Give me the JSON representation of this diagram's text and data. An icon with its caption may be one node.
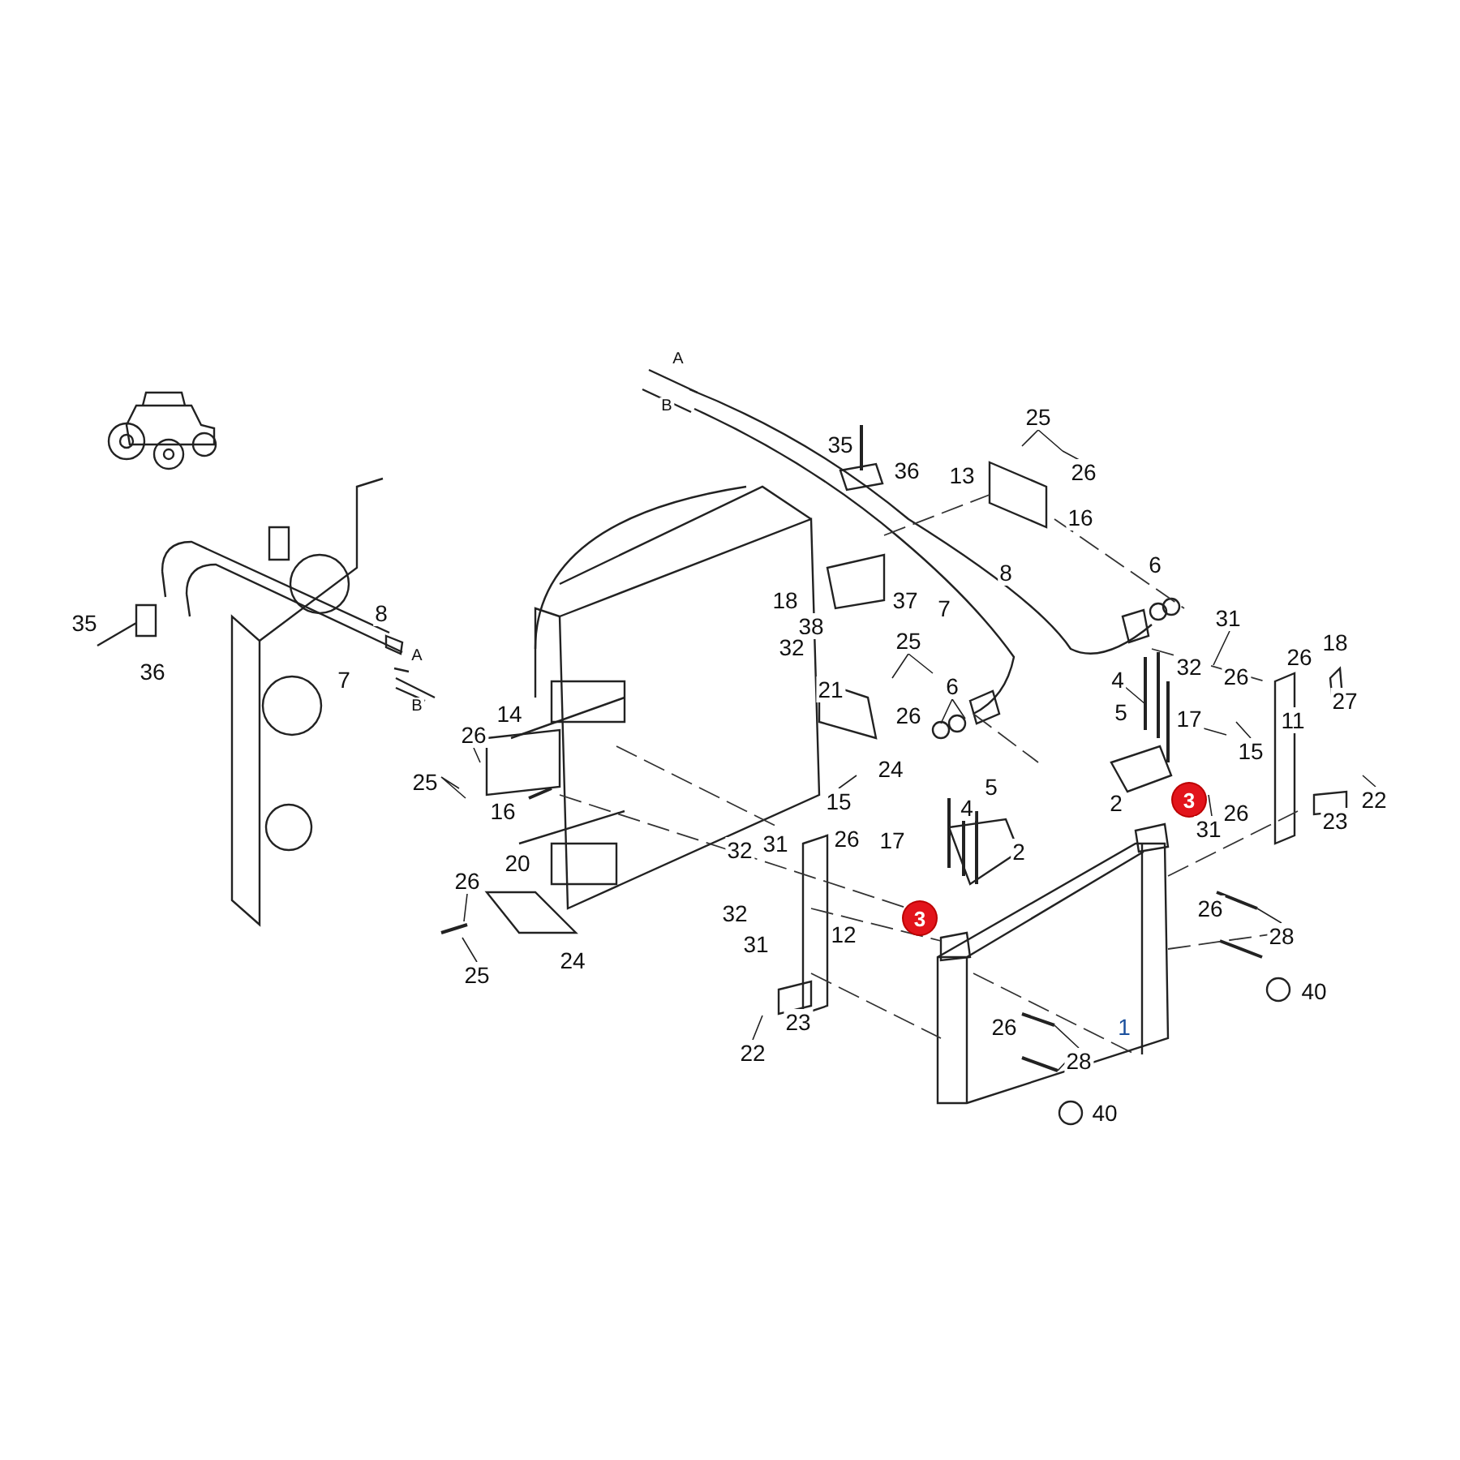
{
  "diagram": {
    "labels": [
      "35",
      "36",
      "8",
      "7",
      "A",
      "B",
      "A",
      "B",
      "35",
      "36",
      "25",
      "13",
      "26",
      "16",
      "8",
      "18",
      "37",
      "38",
      "7",
      "32",
      "25",
      "21",
      "6",
      "26",
      "24",
      "6",
      "31",
      "32",
      "26",
      "18",
      "26",
      "4",
      "27",
      "5",
      "17",
      "11",
      "15",
      "2",
      "3",
      "26",
      "31",
      "22",
      "23",
      "14",
      "26",
      "25",
      "16",
      "15",
      "4",
      "5",
      "17",
      "32",
      "31",
      "26",
      "2",
      "20",
      "26",
      "32",
      "3",
      "26",
      "31",
      "12",
      "28",
      "25",
      "24",
      "40",
      "23",
      "26",
      "1",
      "22",
      "28",
      "40"
    ]
  }
}
